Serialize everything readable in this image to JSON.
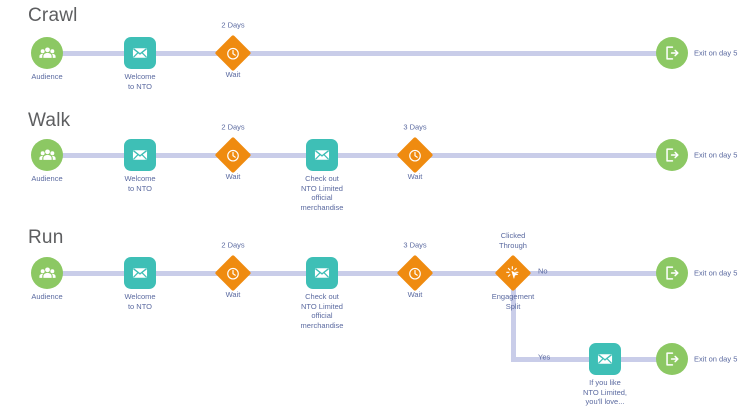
{
  "diagram": {
    "type": "journey-flow",
    "title_color": "#5d5e60",
    "label_color": "#5b6aa0",
    "colors": {
      "audience": "#8cc863",
      "exit": "#8cc863",
      "email": "#3ebfb6",
      "wait": "#ef8b10",
      "split": "#ef8b10",
      "connector": "#c9cde9",
      "background": "#ffffff"
    },
    "rows": [
      {
        "id": "crawl",
        "title": "Crawl",
        "nodes": [
          {
            "id": "crawl-audience",
            "kind": "audience",
            "icon": "audience-people-icon",
            "label_below": "Audience"
          },
          {
            "id": "crawl-email-welcome",
            "kind": "email",
            "icon": "envelope-icon",
            "label_below": "Welcome\nto NTO"
          },
          {
            "id": "crawl-wait-1",
            "kind": "wait",
            "icon": "clock-icon",
            "label_above": "2 Days",
            "label_below": "Wait"
          },
          {
            "id": "crawl-exit",
            "kind": "exit",
            "icon": "exit-door-arrow-icon",
            "label_right": "Exit on day 5"
          }
        ]
      },
      {
        "id": "walk",
        "title": "Walk",
        "nodes": [
          {
            "id": "walk-audience",
            "kind": "audience",
            "icon": "audience-people-icon",
            "label_below": "Audience"
          },
          {
            "id": "walk-email-welcome",
            "kind": "email",
            "icon": "envelope-icon",
            "label_below": "Welcome\nto NTO"
          },
          {
            "id": "walk-wait-1",
            "kind": "wait",
            "icon": "clock-icon",
            "label_above": "2 Days",
            "label_below": "Wait"
          },
          {
            "id": "walk-email-merch",
            "kind": "email",
            "icon": "envelope-icon",
            "label_below": "Check out\nNTO Limited\nofficial\nmerchandise"
          },
          {
            "id": "walk-wait-2",
            "kind": "wait",
            "icon": "clock-icon",
            "label_above": "3 Days",
            "label_below": "Wait"
          },
          {
            "id": "walk-exit",
            "kind": "exit",
            "icon": "exit-door-arrow-icon",
            "label_right": "Exit on day 5"
          }
        ]
      },
      {
        "id": "run",
        "title": "Run",
        "nodes": [
          {
            "id": "run-audience",
            "kind": "audience",
            "icon": "audience-people-icon",
            "label_below": "Audience"
          },
          {
            "id": "run-email-welcome",
            "kind": "email",
            "icon": "envelope-icon",
            "label_below": "Welcome\nto NTO"
          },
          {
            "id": "run-wait-1",
            "kind": "wait",
            "icon": "clock-icon",
            "label_above": "2 Days",
            "label_below": "Wait"
          },
          {
            "id": "run-email-merch",
            "kind": "email",
            "icon": "envelope-icon",
            "label_below": "Check out\nNTO Limited\nofficial\nmerchandise"
          },
          {
            "id": "run-wait-2",
            "kind": "wait",
            "icon": "clock-icon",
            "label_above": "3 Days",
            "label_below": "Wait"
          },
          {
            "id": "run-split",
            "kind": "split",
            "icon": "click-burst-cursor-icon",
            "label_above": "Clicked\nThrough",
            "label_below": "Engagement\nSplit"
          },
          {
            "id": "run-exit-no",
            "kind": "exit",
            "icon": "exit-door-arrow-icon",
            "label_right": "Exit on day 5"
          },
          {
            "id": "run-email-love",
            "kind": "email",
            "icon": "envelope-icon",
            "label_below": "If you like\nNTO Limited,\nyou'll love..."
          },
          {
            "id": "run-exit-yes",
            "kind": "exit",
            "icon": "exit-door-arrow-icon",
            "label_right": "Exit on day 5"
          }
        ],
        "branches": [
          {
            "id": "branch-no",
            "label": "No"
          },
          {
            "id": "branch-yes",
            "label": "Yes"
          }
        ]
      }
    ]
  }
}
